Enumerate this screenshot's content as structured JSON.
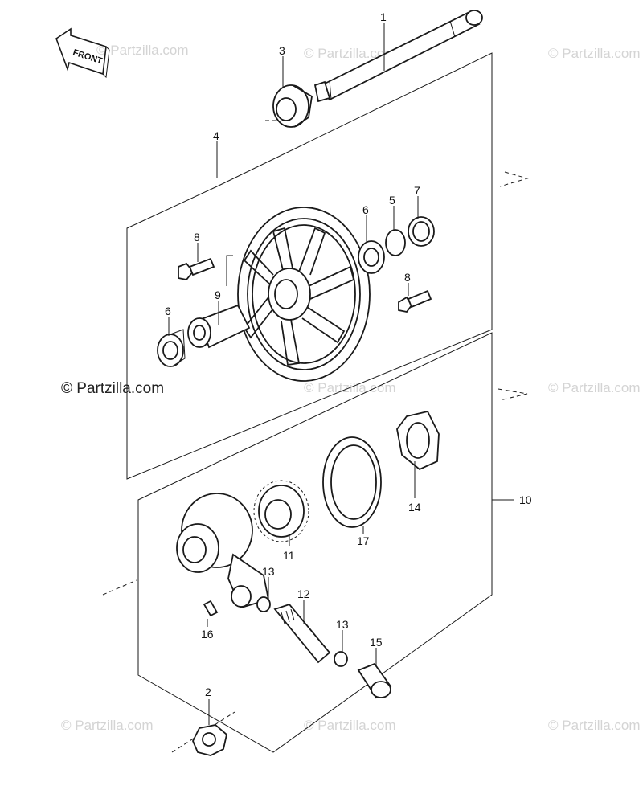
{
  "front_label": "FRONT",
  "watermarks": {
    "main": "© Partzilla.com",
    "faint": "© Partzilla.com"
  },
  "callouts": [
    {
      "id": "1",
      "label": "1"
    },
    {
      "id": "2",
      "label": "2"
    },
    {
      "id": "3",
      "label": "3"
    },
    {
      "id": "4",
      "label": "4"
    },
    {
      "id": "5",
      "label": "5"
    },
    {
      "id": "6a",
      "label": "6"
    },
    {
      "id": "6b",
      "label": "6"
    },
    {
      "id": "7",
      "label": "7"
    },
    {
      "id": "8a",
      "label": "8"
    },
    {
      "id": "8b",
      "label": "8"
    },
    {
      "id": "9",
      "label": "9"
    },
    {
      "id": "10",
      "label": "10"
    },
    {
      "id": "11",
      "label": "11"
    },
    {
      "id": "12",
      "label": "12"
    },
    {
      "id": "13a",
      "label": "13"
    },
    {
      "id": "13b",
      "label": "13"
    },
    {
      "id": "14",
      "label": "14"
    },
    {
      "id": "15",
      "label": "15"
    },
    {
      "id": "16",
      "label": "16"
    },
    {
      "id": "17",
      "label": "17"
    }
  ]
}
